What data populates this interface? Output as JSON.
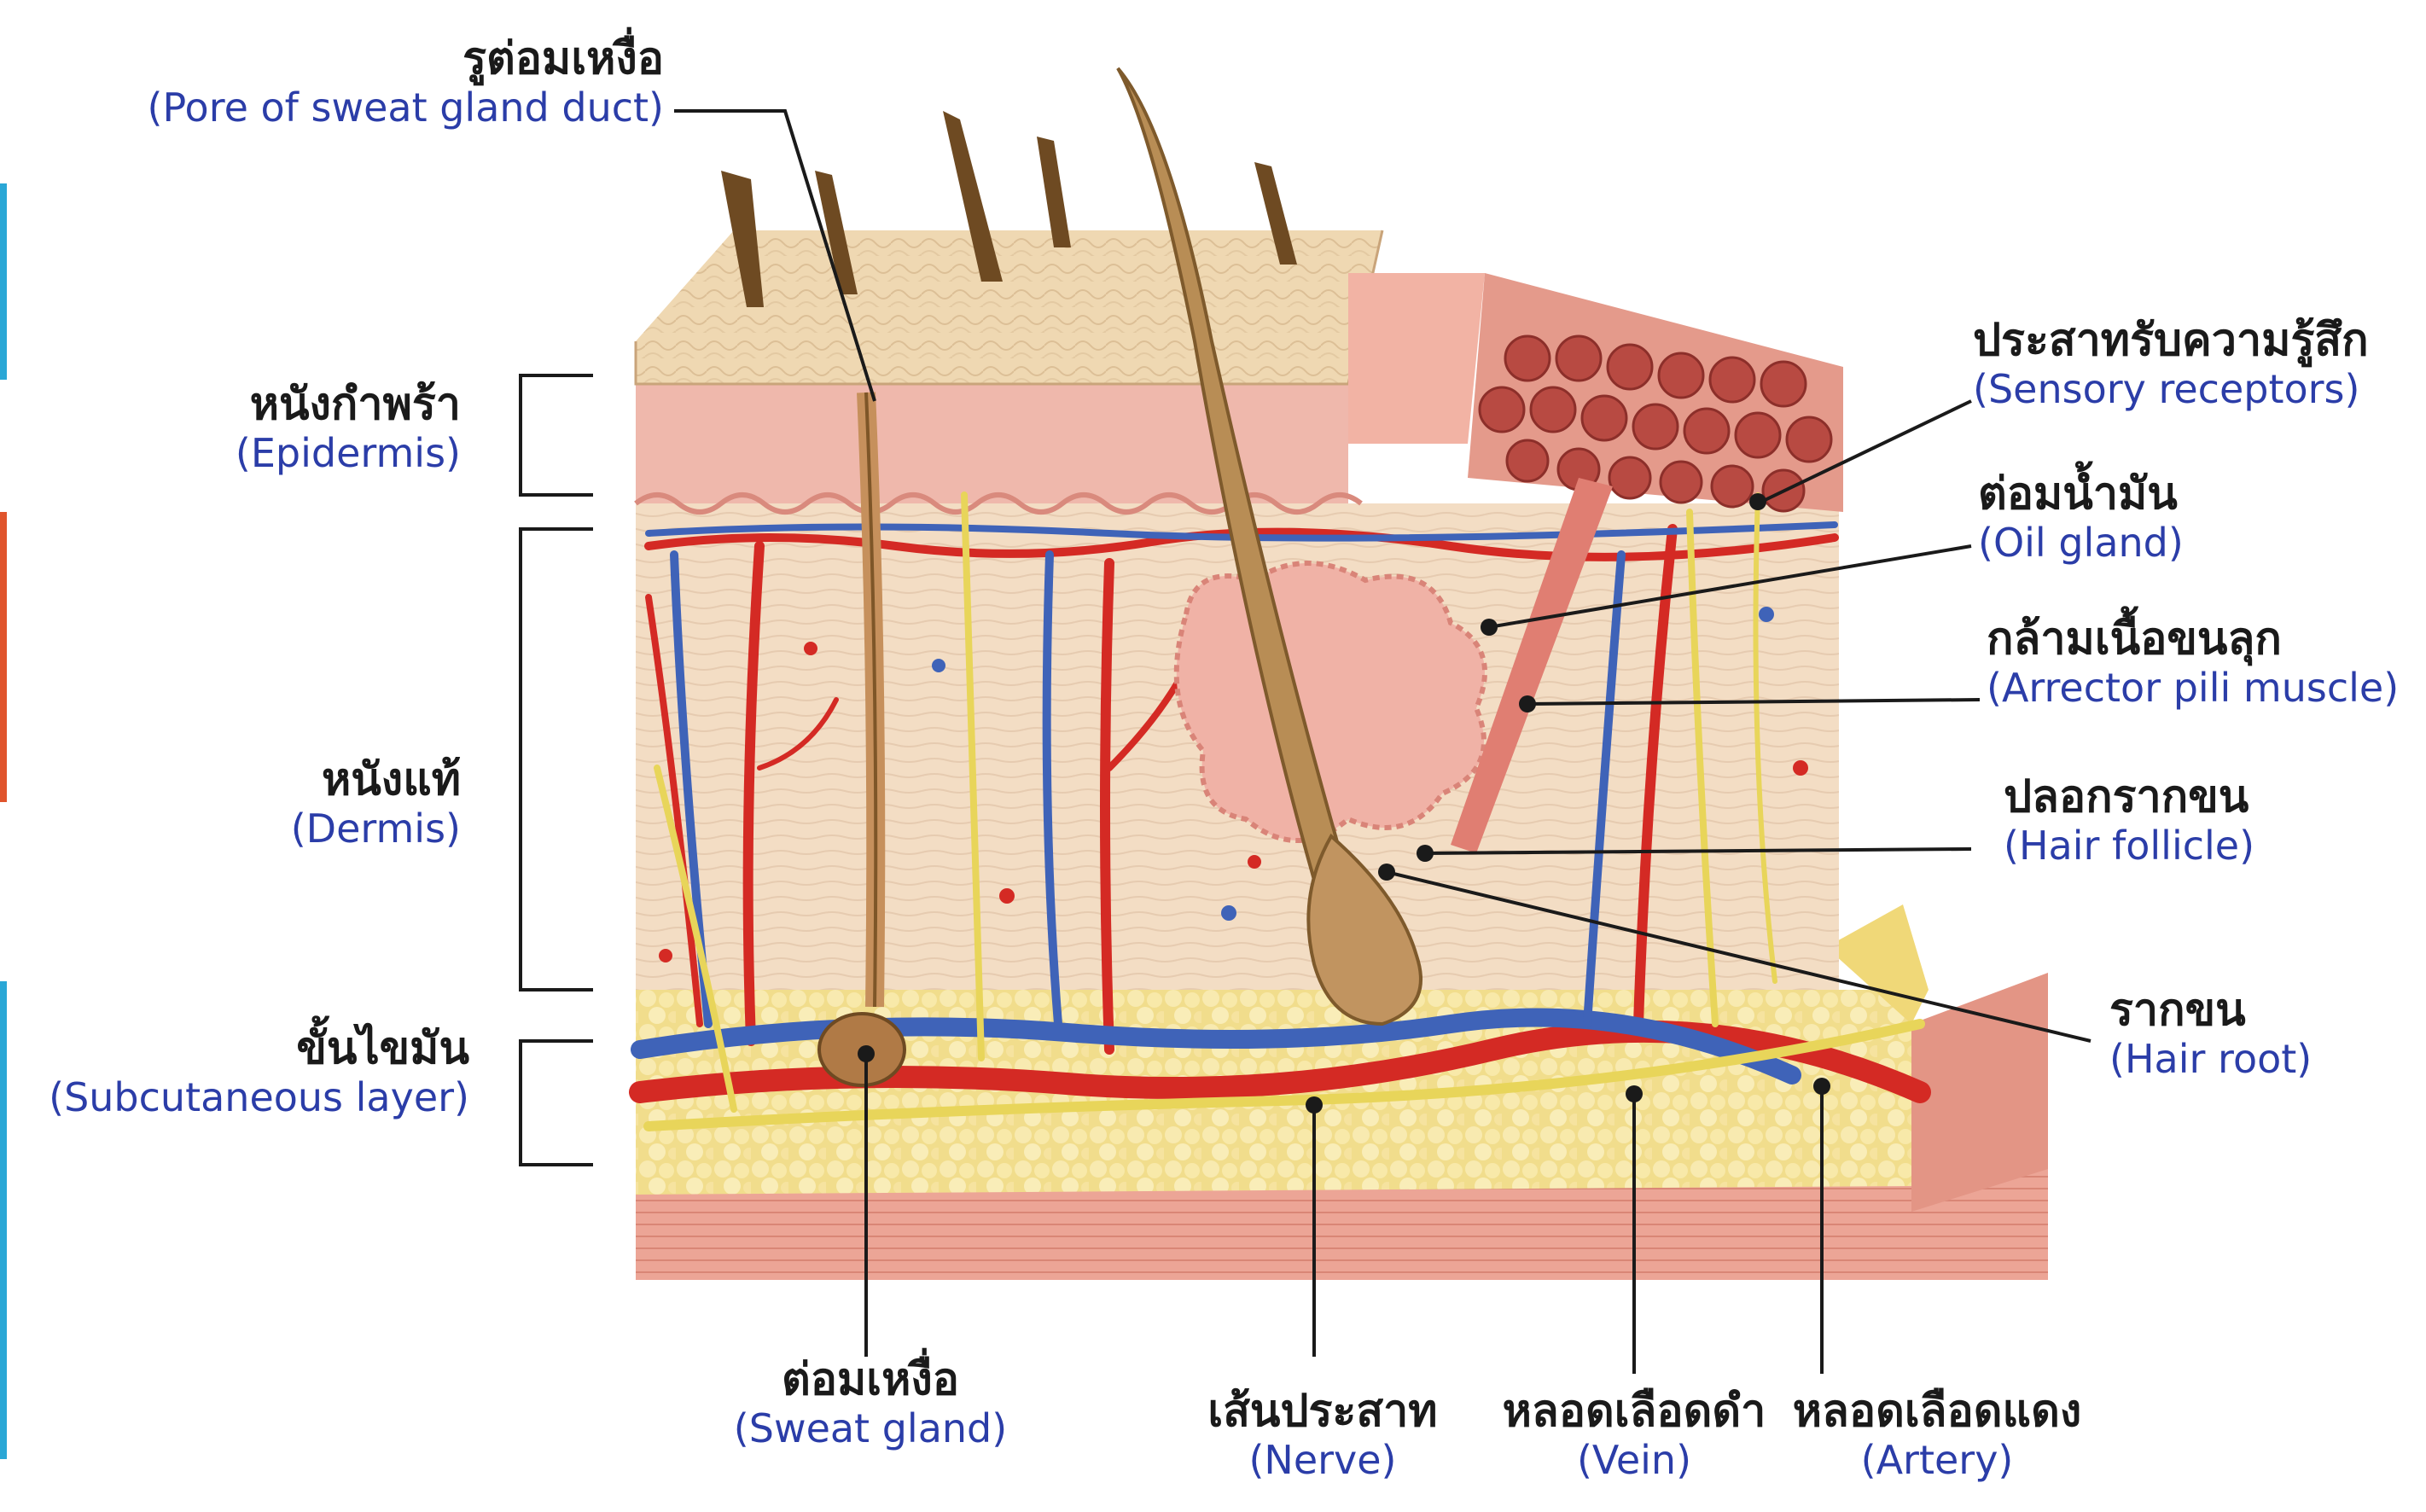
{
  "labels": {
    "pore": {
      "th": "รูต่อมเหงื่อ",
      "en": "(Pore of  sweat gland duct)"
    },
    "epidermis": {
      "th": "หนังกำพร้า",
      "en": "(Epidermis)"
    },
    "dermis": {
      "th": "หนังแท้",
      "en": "(Dermis)"
    },
    "subcut": {
      "th": "ขั้นไขมัน",
      "en": "(Subcutaneous layer)"
    },
    "sensory": {
      "th": "ประสาทรับความรู้สึก",
      "en": "(Sensory receptors)"
    },
    "oil": {
      "th": "ต่อมน้ำมัน",
      "en": "(Oil gland)"
    },
    "arrector": {
      "th": "กล้ามเนื้อขนลุก",
      "en": "(Arrector pili muscle)"
    },
    "follicle": {
      "th": "ปลอกรากขน",
      "en": "(Hair follicle)"
    },
    "root": {
      "th": "รากขน",
      "en": "(Hair root)"
    },
    "sweat": {
      "th": "ต่อมเหงื่อ",
      "en": "(Sweat gland)"
    },
    "nerve": {
      "th": "เส้นประสาท",
      "en": "(Nerve)"
    },
    "vein": {
      "th": "หลอดเลือดดำ",
      "en": "(Vein)"
    },
    "artery": {
      "th": "หลอดเลือดแดง",
      "en": "(Artery)"
    }
  },
  "colors": {
    "label_thai": "#1a1a1a",
    "label_english": "#2b3da8",
    "artery": "#d42a24",
    "vein": "#3f63b8",
    "nerve": "#e8d55a",
    "fat": "#f3e29a",
    "dermis": "#f3dcc4",
    "epidermis": "#efb3a8",
    "muscle": "#e79c8e",
    "hair": "#b0844e"
  }
}
